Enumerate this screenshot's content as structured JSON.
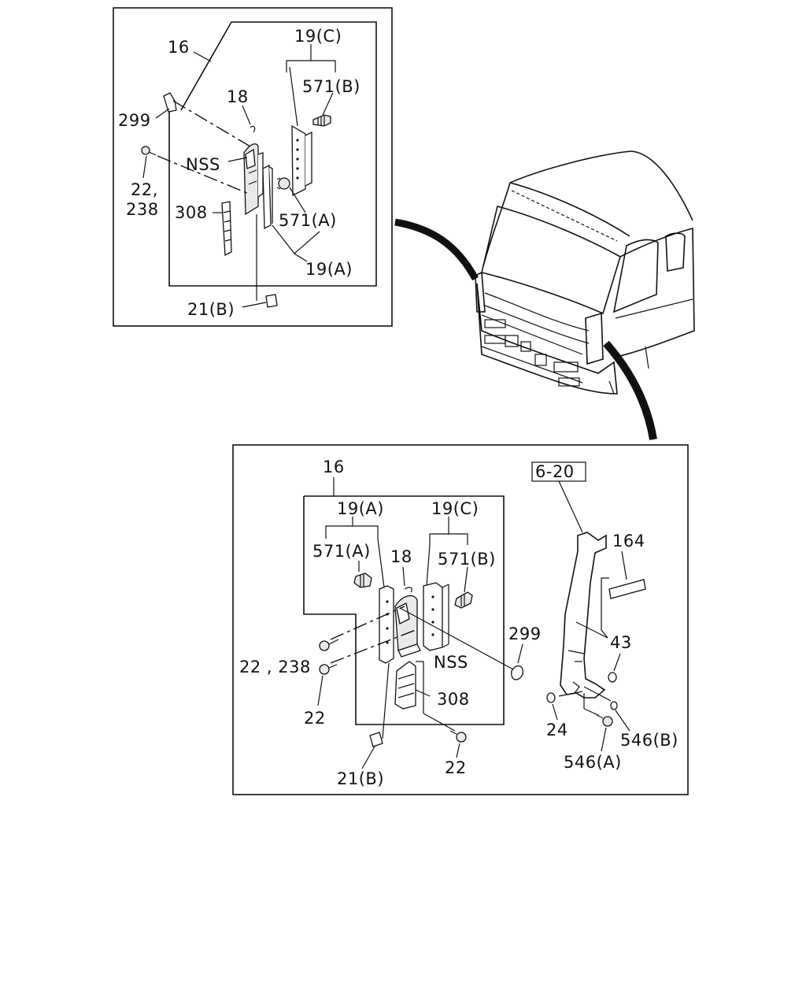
{
  "top_panel": {
    "labels": {
      "l16": "16",
      "l19c": "19(C)",
      "l571b": "571(B)",
      "l18": "18",
      "l299": "299",
      "lnss": "NSS",
      "l22": "22,",
      "l238": "238",
      "l308": "308",
      "l571a": "571(A)",
      "l19a": "19(A)",
      "l21b": "21(B)"
    }
  },
  "bottom_panel": {
    "labels": {
      "l16": "16",
      "l19a": "19(A)",
      "l19c": "19(C)",
      "l571a": "571(A)",
      "l18": "18",
      "l571b": "571(B)",
      "l299": "299",
      "l22_238": "22 , 238",
      "lnss": "NSS",
      "l22a": "22",
      "l308": "308",
      "l21b": "21(B)",
      "l22b": "22",
      "l6_20": "6-20",
      "l164": "164",
      "l43": "43",
      "l24": "24",
      "l546b": "546(B)",
      "l546a": "546(A)"
    }
  }
}
